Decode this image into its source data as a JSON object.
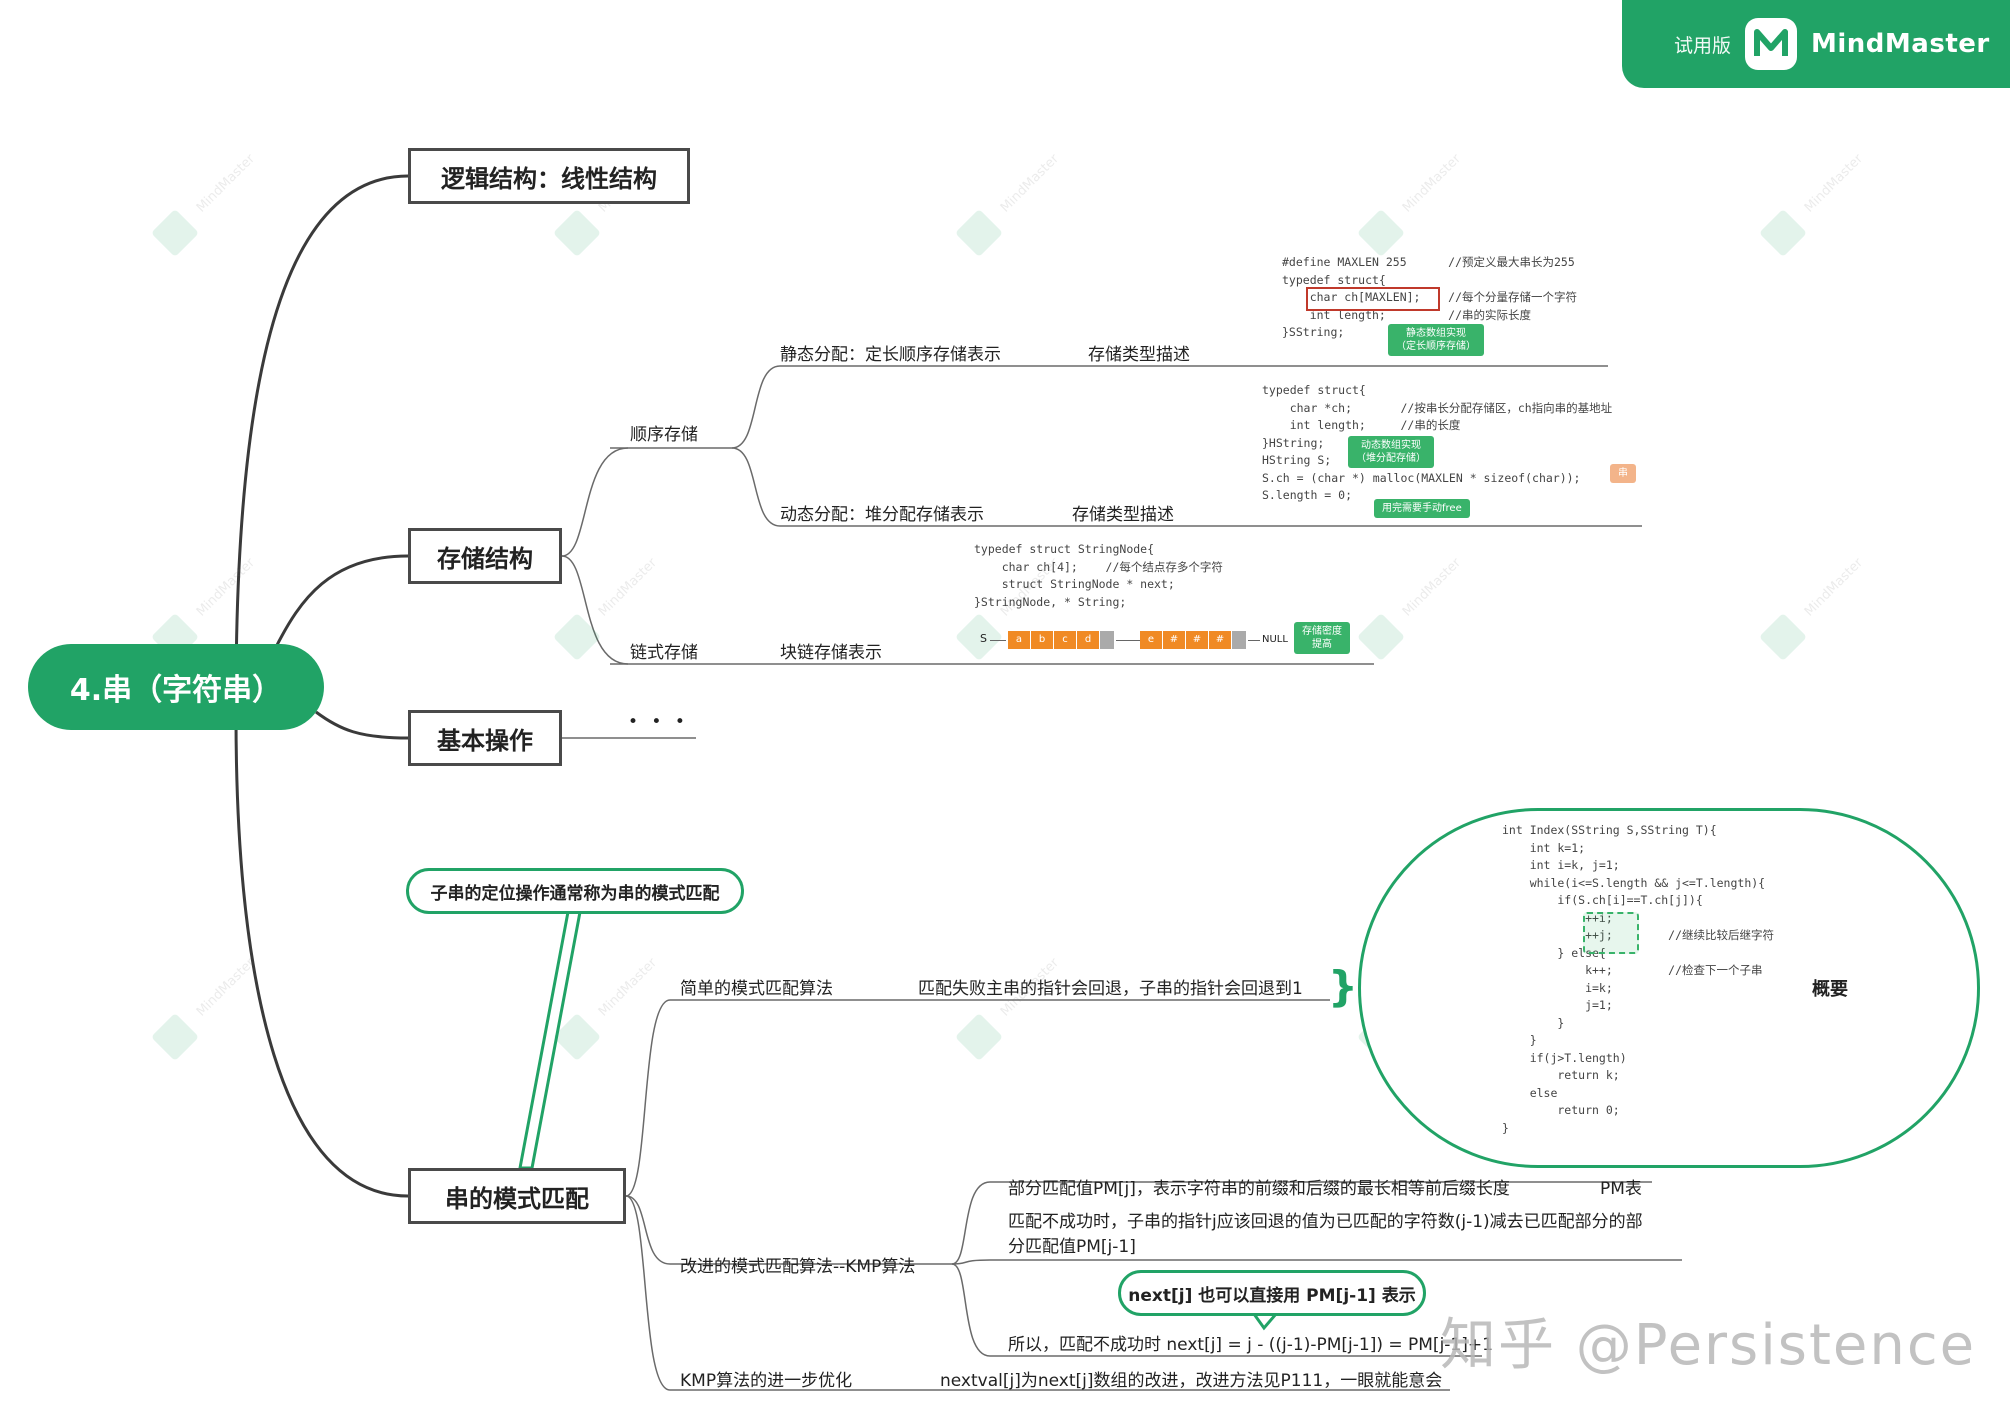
{
  "badge": {
    "trial": "试用版",
    "brand": "MindMaster"
  },
  "root": "4.串（字符串）",
  "topics": {
    "logic": "逻辑结构：线性结构",
    "storage": "存储结构",
    "basic": "基本操作",
    "match": "串的模式匹配"
  },
  "storage": {
    "seq": "顺序存储",
    "static": "静态分配：定长顺序存储表示",
    "static_desc": "存储类型描述",
    "dynamic": "动态分配：堆分配存储表示",
    "dynamic_desc": "存储类型描述",
    "linked": "链式存储",
    "block": "块链存储表示"
  },
  "basic_ops": "• • •",
  "match": {
    "callout": "子串的定位操作通常称为串的模式匹配",
    "simple": "简单的模式匹配算法",
    "simple_desc": "匹配失败主串的指针会回退，子串的指针会回退到1",
    "summary_label": "概要",
    "kmp": "改进的模式匹配算法--KMP算法",
    "kmp_pm": "部分匹配值PM[j]，表示字符串的前缀和后缀的最长相等前后缀长度",
    "kmp_pm_tag": "PM表",
    "kmp_fail": "匹配不成功时，子串的指针j应该回退的值为已匹配的字符数(j-1)减去已匹配部分的部分匹配值PM[j-1]",
    "kmp_next_callout": "next[j] 也可以直接用 PM[j-1] 表示",
    "kmp_formula": "所以，匹配不成功时 next[j] = j - ((j-1)-PM[j-1]) = PM[j-1]+1",
    "opt": "KMP算法的进一步优化",
    "opt_desc": "nextval[j]为next[j]数组的改进，改进方法见P111，一眼就能意会"
  },
  "code": {
    "static": [
      "#define MAXLEN 255      //预定义最大串长为255",
      "typedef struct{",
      "    char ch[MAXLEN];    //每个分量存储一个字符",
      "    int length;         //串的实际长度",
      "}SString;"
    ],
    "static_tag": "静态数组实现\n（定长顺序存储）",
    "dynamic": [
      "typedef struct{",
      "    char *ch;       //按串长分配存储区，ch指向串的基地址",
      "    int length;     //串的长度",
      "}HString;",
      "HString S;",
      "S.ch = (char *) malloc(MAXLEN * sizeof(char));",
      "S.length = 0;"
    ],
    "dynamic_tag": "动态数组实现\n（堆分配存储）",
    "free_tag": "用完需要手动free",
    "edge_tag": "串",
    "linked": [
      "typedef struct StringNode{",
      "    char ch[4];    //每个结点存多个字符",
      "    struct StringNode * next;",
      "}StringNode, * String;"
    ],
    "density_tag": "存储密度\n提高",
    "chain": {
      "s": "S",
      "cells1": [
        "a",
        "b",
        "c",
        "d"
      ],
      "cells2": [
        "e",
        "#",
        "#",
        "#"
      ],
      "null": "NULL"
    },
    "index": [
      "int Index(SString S,SString T){",
      "    int k=1;",
      "    int i=k, j=1;",
      "    while(i<=S.length && j<=T.length){",
      "        if(S.ch[i]==T.ch[j]){",
      "            ++i;",
      "            ++j;        //继续比较后继字符",
      "        } else{",
      "            k++;        //检查下一个子串",
      "            i=k;",
      "            j=1;",
      "        }",
      "    }",
      "    if(j>T.length)",
      "        return k;",
      "    else",
      "        return 0;",
      "}"
    ]
  },
  "watermark": "MindMaster",
  "zhihu": "知乎 @Persistence",
  "colors": {
    "brand": "#21a366",
    "line": "#4a4a4a",
    "cell": "#f08a24"
  }
}
